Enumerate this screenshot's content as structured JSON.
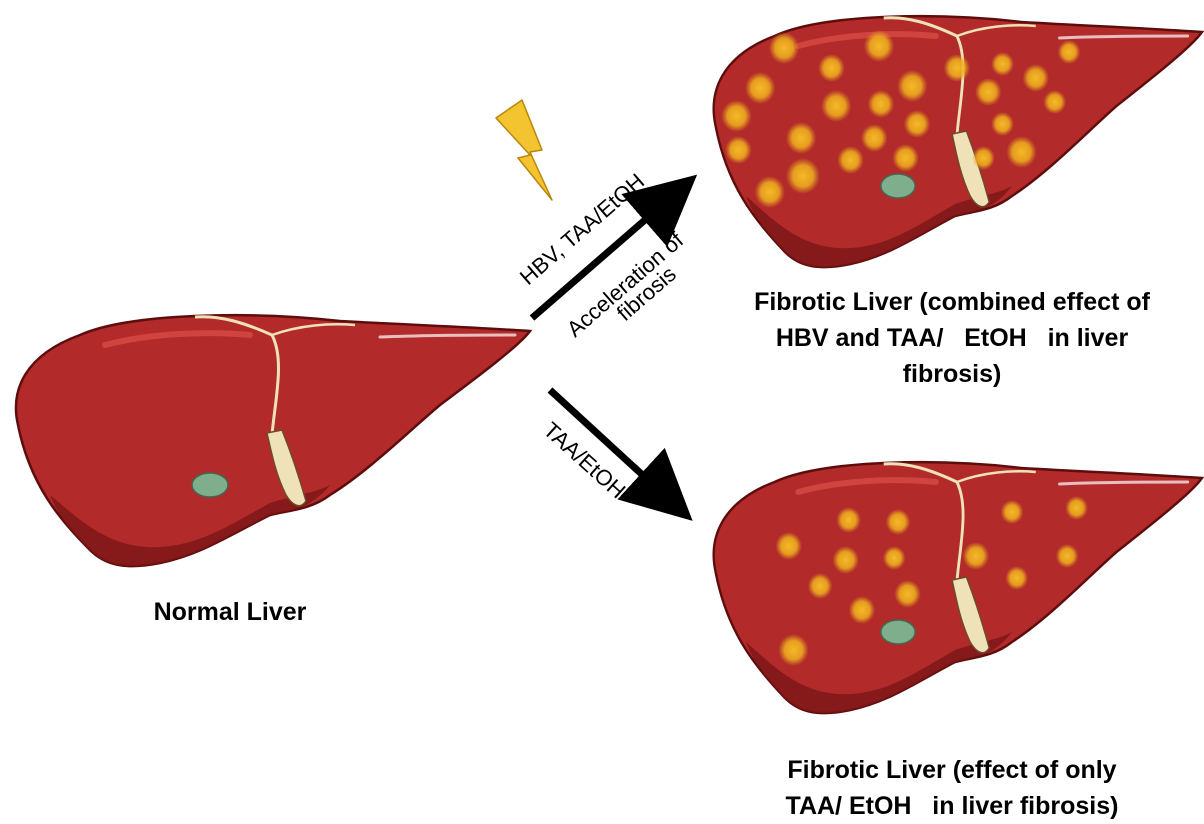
{
  "colors": {
    "liver_fill": "#b22a2a",
    "liver_shadow": "#7e1616",
    "liver_highlight": "#d84a44",
    "ligament": "#efe2b8",
    "gallbladder": "#7fae8c",
    "fibrosis_spot": "#f2b51e",
    "lightning": "#f4c430",
    "arrow": "#000000"
  },
  "icons": {
    "trigger": "lightning-bolt-icon"
  },
  "livers": {
    "normal": {
      "label_lines": [
        "Normal Liver"
      ]
    },
    "combined": {
      "label_lines": [
        "Fibrotic Liver (combined effect of",
        "HBV and TAA/   EtOH   in liver",
        "fibrosis)"
      ]
    },
    "only": {
      "label_lines": [
        "Fibrotic Liver (effect of only",
        "TAA/ EtOH   in liver fibrosis)"
      ]
    }
  },
  "arrows": {
    "upper": {
      "top_text": "HBV, TAA/EtOH",
      "bottom_text_1": "Acceleration of",
      "bottom_text_2": "fibrosis"
    },
    "lower": {
      "text": "TAA/EtOH"
    }
  }
}
